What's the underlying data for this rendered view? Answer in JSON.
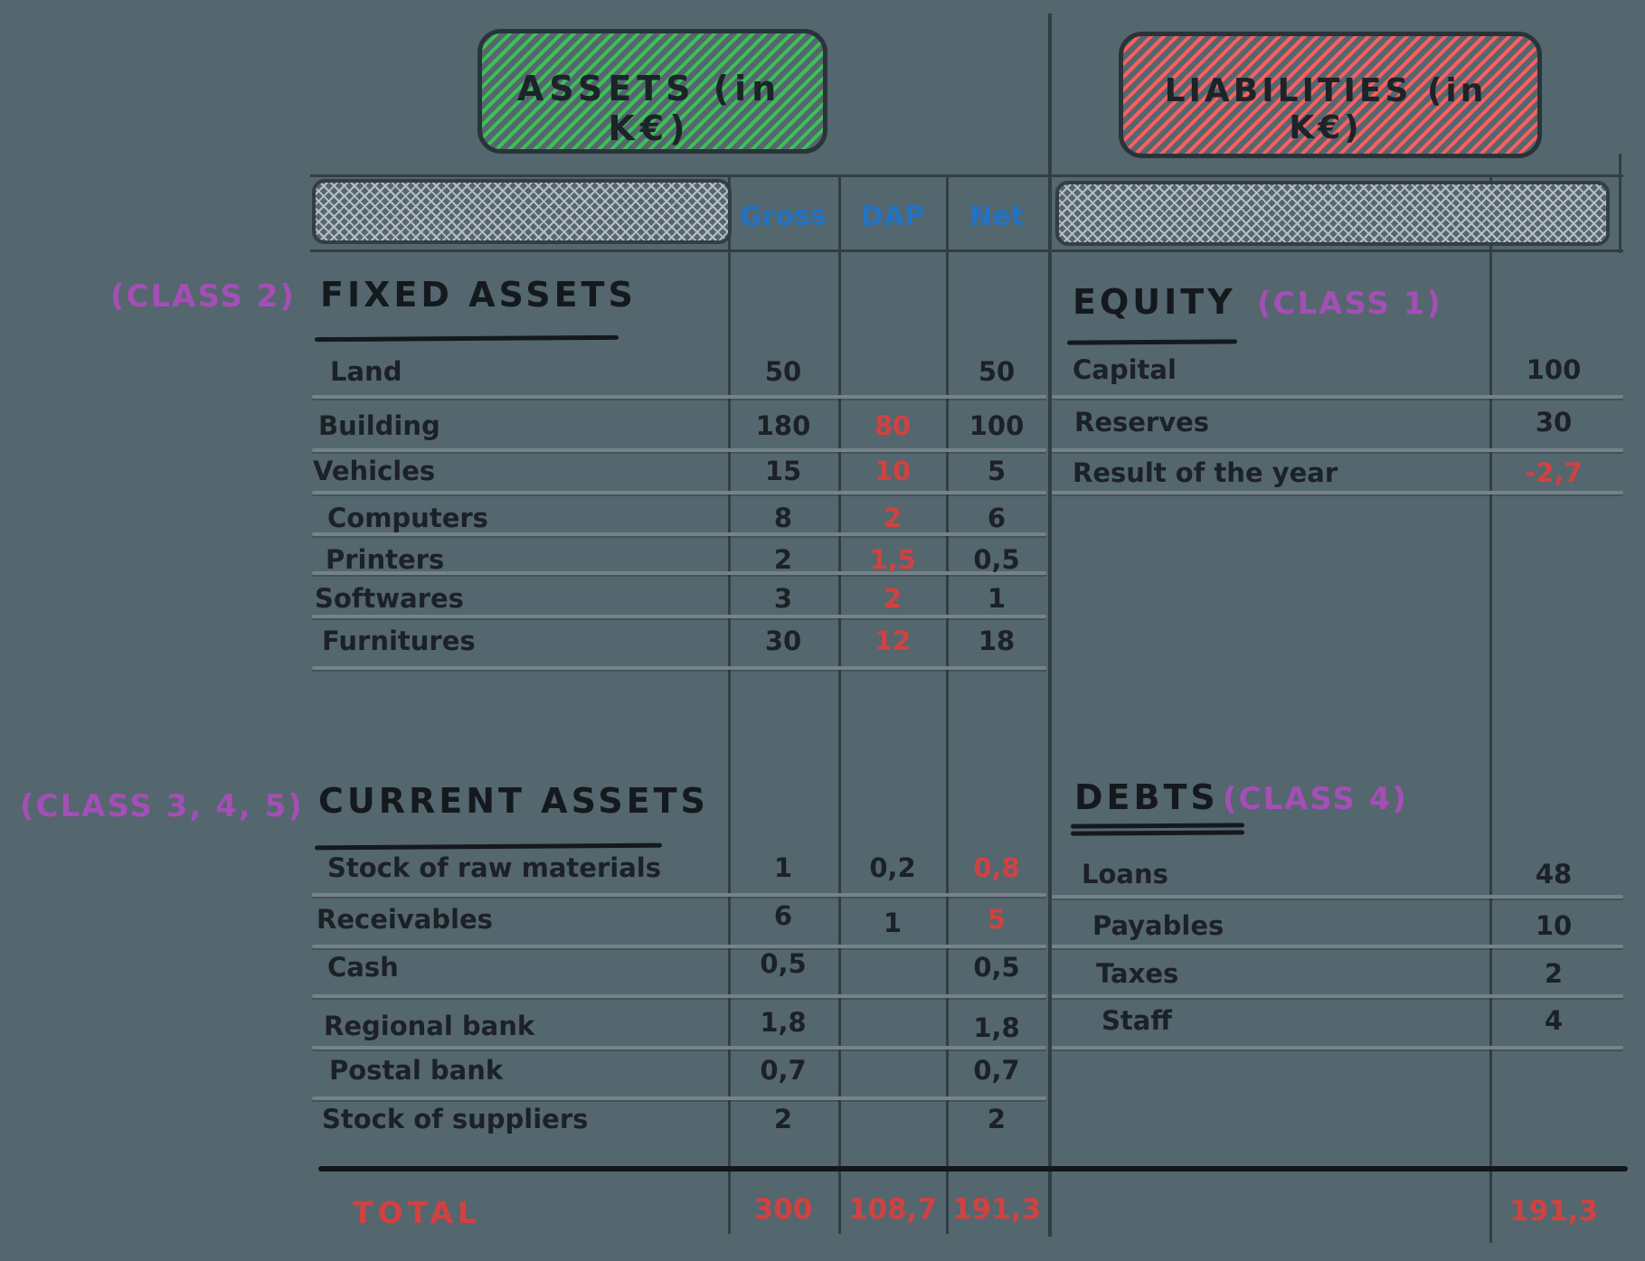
{
  "assets_box": {
    "label": "ASSETS (in K€)"
  },
  "liabilities_box": {
    "label": "LIABILITIES (in K€)"
  },
  "columns": {
    "gross": "Gross",
    "dap": "DAP",
    "net": "Net"
  },
  "fixed_assets": {
    "class_label": "(CLASS 2)",
    "title": "FIXED ASSETS",
    "rows": [
      {
        "label": "Land",
        "gross": "50",
        "dap": "",
        "net": "50"
      },
      {
        "label": "Building",
        "gross": "180",
        "dap": "80",
        "net": "100"
      },
      {
        "label": "Vehicles",
        "gross": "15",
        "dap": "10",
        "net": "5"
      },
      {
        "label": "Computers",
        "gross": "8",
        "dap": "2",
        "net": "6"
      },
      {
        "label": "Printers",
        "gross": "2",
        "dap": "1,5",
        "net": "0,5"
      },
      {
        "label": "Softwares",
        "gross": "3",
        "dap": "2",
        "net": "1"
      },
      {
        "label": "Furnitures",
        "gross": "30",
        "dap": "12",
        "net": "18"
      }
    ]
  },
  "current_assets": {
    "class_label": "(CLASS 3, 4, 5)",
    "title": "CURRENT ASSETS",
    "rows": [
      {
        "label": "Stock of raw materials",
        "gross": "1",
        "dap": "0,2",
        "net": "0,8"
      },
      {
        "label": "Receivables",
        "gross": "6",
        "dap": "1",
        "net": "5"
      },
      {
        "label": "Cash",
        "gross": "0,5",
        "dap": "",
        "net": "0,5"
      },
      {
        "label": "Regional bank",
        "gross": "1,8",
        "dap": "",
        "net": "1,8"
      },
      {
        "label": "Postal bank",
        "gross": "0,7",
        "dap": "",
        "net": "0,7"
      },
      {
        "label": "Stock of suppliers",
        "gross": "2",
        "dap": "",
        "net": "2"
      }
    ]
  },
  "equity": {
    "class_label": "(CLASS 1)",
    "title": "EQUITY",
    "rows": [
      {
        "label": "Capital",
        "value": "100"
      },
      {
        "label": "Reserves",
        "value": "30"
      },
      {
        "label": "Result of the year",
        "value": "-2,7"
      }
    ]
  },
  "debts": {
    "class_label": "(CLASS 4)",
    "title": "DEBTS",
    "rows": [
      {
        "label": "Loans",
        "value": "48"
      },
      {
        "label": "Payables",
        "value": "10"
      },
      {
        "label": "Taxes",
        "value": "2"
      },
      {
        "label": "Staff",
        "value": "4"
      }
    ]
  },
  "total": {
    "label": "TOTAL",
    "gross": "300",
    "dap": "108,7",
    "net": "191,3",
    "liabilities_value": "191,3"
  },
  "colors": {
    "background": "#54666e",
    "ink": "#1b2126",
    "red_value": "#d24141",
    "blue_header": "#2273c3",
    "purple_class": "#a34fb5",
    "green_hatch": "#3fbe59",
    "red_hatch": "#fa5e5e",
    "gray_hatch": "#b8bfc4",
    "line_dark": "#333d45",
    "line_gray": "#76828a"
  }
}
